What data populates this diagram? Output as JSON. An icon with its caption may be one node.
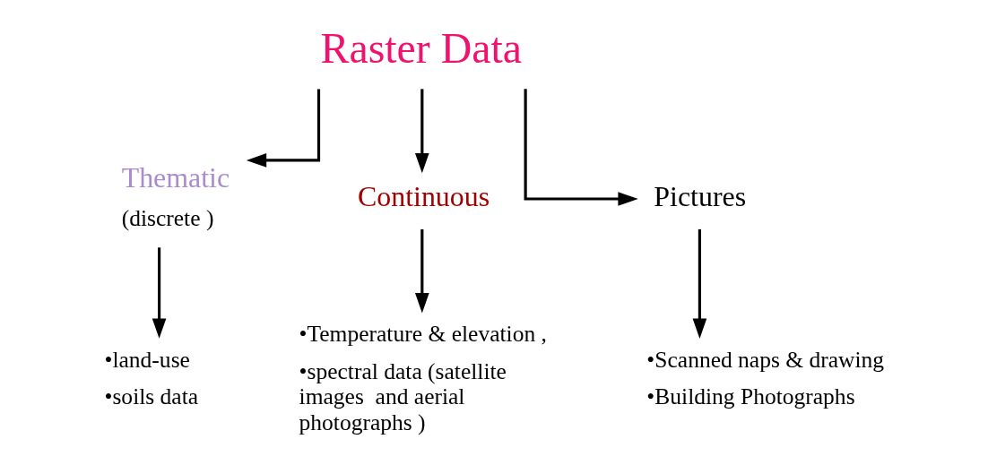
{
  "diagram": {
    "nodes": [
      {
        "text": [
          "Raster Data"
        ]
      },
      {
        "text": [
          "Thematic",
          "(discrete )"
        ]
      },
      {
        "text": [
          "Continuous"
        ]
      },
      {
        "text": [
          "Pictures"
        ]
      },
      {
        "text": [
          "•land-use",
          "•soils data"
        ]
      },
      {
        "text": [
          "•Temperature & elevation ,",
          "•spectral data (satellite images  and aerial photographs )"
        ]
      },
      {
        "text": [
          "•Scanned naps & drawing",
          "•Building Photographs"
        ]
      }
    ],
    "edges": [
      {
        "from": 0,
        "to": 1,
        "arrow": "to"
      },
      {
        "from": 0,
        "to": 2,
        "arrow": "to"
      },
      {
        "from": 0,
        "to": 3,
        "arrow": "to"
      },
      {
        "from": 1,
        "to": 4,
        "arrow": "to"
      },
      {
        "from": 2,
        "to": 5,
        "arrow": "to"
      },
      {
        "from": 3,
        "to": 6,
        "arrow": "to"
      }
    ]
  }
}
